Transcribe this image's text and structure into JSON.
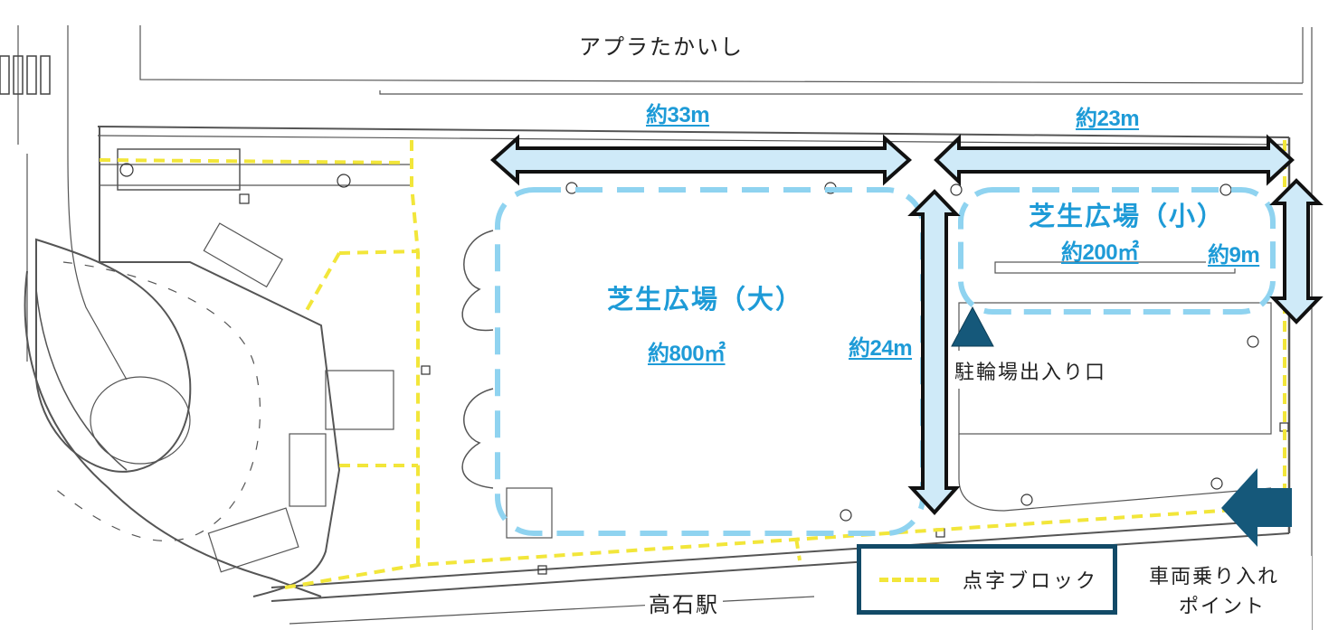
{
  "map": {
    "title_top": "アプラたかいし",
    "title_bottom": "高石駅",
    "areas": [
      {
        "name": "芝生広場（大）",
        "area": "約800㎡"
      },
      {
        "name": "芝生広場（小）",
        "area": "約200㎡"
      }
    ],
    "dimensions": {
      "large_width": "約33m",
      "small_width": "約23m",
      "large_depth": "約24m",
      "small_depth": "約9m"
    },
    "markers": {
      "bicycle_entrance": "駐輪場出入り口",
      "vehicle_entry_line1": "車両乗り入れ",
      "vehicle_entry_line2": "ポイント"
    },
    "legend": {
      "tactile_paving_label": "点字ブロック"
    },
    "colors": {
      "lawn_outline": "#8fd3f0",
      "arrow_fill": "#cfeaf8",
      "label_blue": "#1e9bd7",
      "marker_navy": "#15587a",
      "tactile_yellow": "#f2e63a"
    }
  }
}
